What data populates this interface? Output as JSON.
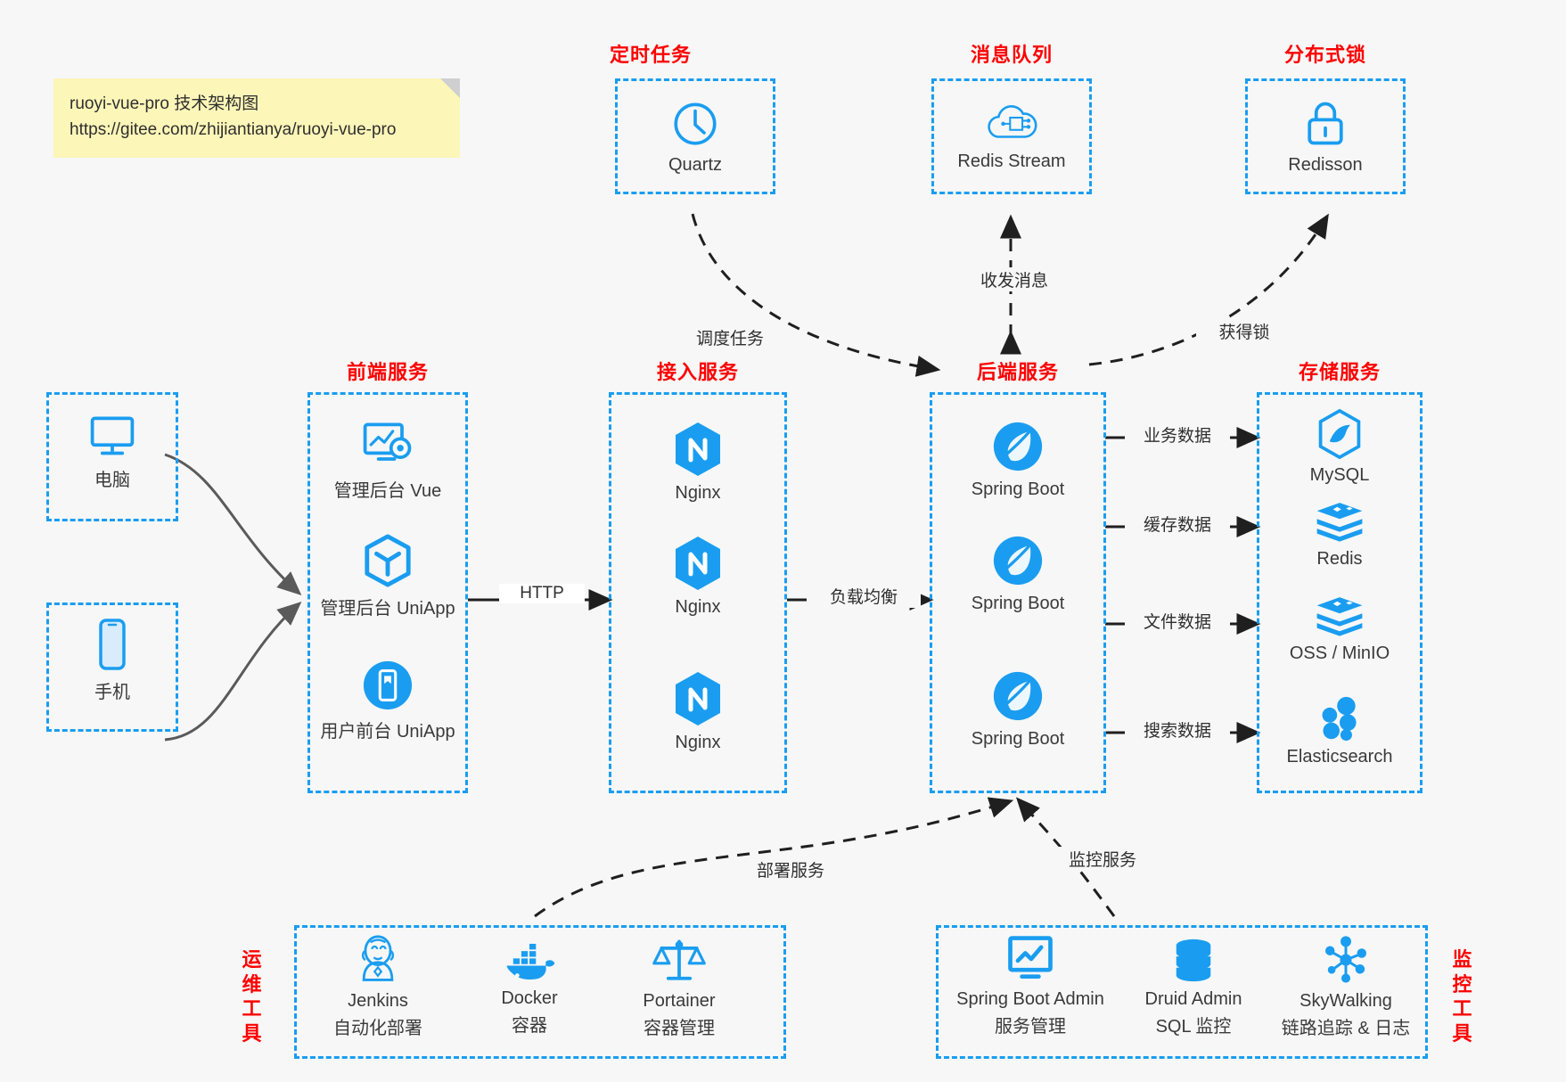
{
  "note": {
    "line1": "ruoyi-vue-pro 技术架构图",
    "line2": "https://gitee.com/zhijiantianya/ruoyi-vue-pro"
  },
  "colors": {
    "accent_blue": "#1a9df0",
    "title_red": "#ff0000",
    "background": "#f7f7f7",
    "note_yellow": "#fcf6b8",
    "arrow_gray": "#5a5a5a",
    "arrow_black": "#1f1f1f"
  },
  "groups": {
    "scheduled_task": {
      "title": "定时任务"
    },
    "message_queue": {
      "title": "消息队列"
    },
    "distributed_lock": {
      "title": "分布式锁"
    },
    "frontend": {
      "title": "前端服务"
    },
    "gateway": {
      "title": "接入服务"
    },
    "backend": {
      "title": "后端服务"
    },
    "storage": {
      "title": "存储服务"
    },
    "devops": {
      "title_line1": "运维",
      "title_line2": "工具"
    },
    "monitor": {
      "title_line1": "监控",
      "title_line2": "工具"
    }
  },
  "clients": [
    {
      "icon": "desktop-icon",
      "label": "电脑"
    },
    {
      "icon": "mobile-icon",
      "label": "手机"
    }
  ],
  "scheduled_task": {
    "nodes": [
      {
        "icon": "clock-icon",
        "label": "Quartz"
      }
    ]
  },
  "message_queue": {
    "nodes": [
      {
        "icon": "cloud-stream-icon",
        "label": "Redis Stream"
      }
    ]
  },
  "distributed_lock": {
    "nodes": [
      {
        "icon": "lock-icon",
        "label": "Redisson"
      }
    ]
  },
  "frontend": {
    "nodes": [
      {
        "icon": "dashboard-vue-icon",
        "label": "管理后台 Vue"
      },
      {
        "icon": "cube-uniapp-icon",
        "label": "管理后台 UniApp"
      },
      {
        "icon": "mobile-app-icon",
        "label": "用户前台 UniApp"
      }
    ]
  },
  "gateway": {
    "nodes": [
      {
        "icon": "nginx-icon",
        "label": "Nginx"
      },
      {
        "icon": "nginx-icon",
        "label": "Nginx"
      },
      {
        "icon": "nginx-icon",
        "label": "Nginx"
      }
    ]
  },
  "backend": {
    "nodes": [
      {
        "icon": "spring-boot-icon",
        "label": "Spring Boot"
      },
      {
        "icon": "spring-boot-icon",
        "label": "Spring Boot"
      },
      {
        "icon": "spring-boot-icon",
        "label": "Spring Boot"
      }
    ]
  },
  "storage": {
    "nodes": [
      {
        "icon": "mysql-icon",
        "label": "MySQL"
      },
      {
        "icon": "redis-icon",
        "label": "Redis"
      },
      {
        "icon": "oss-icon",
        "label": "OSS / MinIO"
      },
      {
        "icon": "elasticsearch-icon",
        "label": "Elasticsearch"
      }
    ]
  },
  "devops": {
    "nodes": [
      {
        "icon": "jenkins-icon",
        "label": "Jenkins",
        "sub": "自动化部署"
      },
      {
        "icon": "docker-icon",
        "label": "Docker",
        "sub": "容器"
      },
      {
        "icon": "portainer-icon",
        "label": "Portainer",
        "sub": "容器管理"
      }
    ]
  },
  "monitor": {
    "nodes": [
      {
        "icon": "monitor-chart-icon",
        "label": "Spring Boot Admin",
        "sub": "服务管理"
      },
      {
        "icon": "database-icon",
        "label": "Druid Admin",
        "sub": "SQL 监控"
      },
      {
        "icon": "skywalking-icon",
        "label": "SkyWalking",
        "sub": "链路追踪 & 日志"
      }
    ]
  },
  "edges": {
    "http": "HTTP",
    "load_balance": "负载均衡",
    "schedule_task": "调度任务",
    "send_receive_message": "收发消息",
    "acquire_lock": "获得锁",
    "business_data": "业务数据",
    "cache_data": "缓存数据",
    "file_data": "文件数据",
    "search_data": "搜索数据",
    "deploy_service": "部署服务",
    "monitor_service": "监控服务"
  }
}
